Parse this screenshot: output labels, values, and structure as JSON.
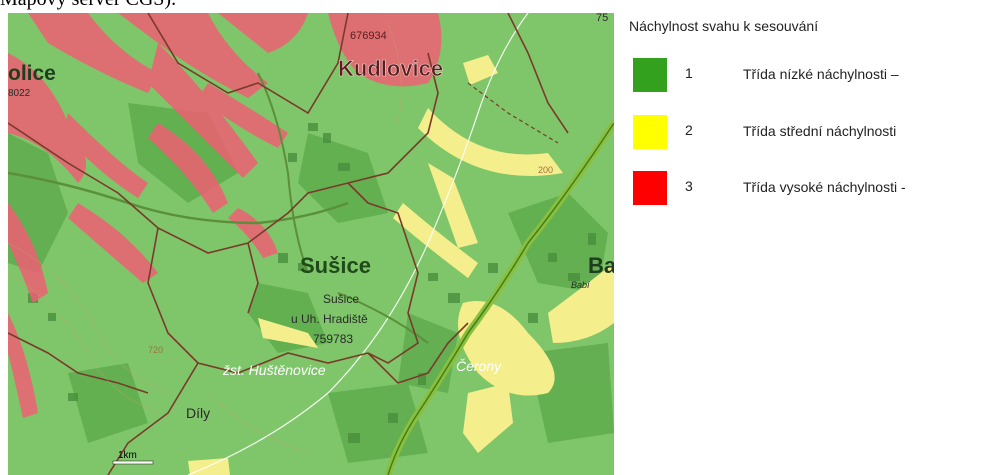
{
  "caption": "Mapový server ČGS).",
  "legend": {
    "title": "Náchylnost svahu k sesouvání",
    "items": [
      {
        "number": "1",
        "label": "Třída nízké náchylnosti – ",
        "color": "#33a11d"
      },
      {
        "number": "2",
        "label": "Třída střední náchylnosti",
        "color": "#ffff00"
      },
      {
        "number": "3",
        "label": "Třída vysoké náchylnosti -",
        "color": "#ff0000"
      }
    ]
  },
  "map": {
    "colors": {
      "base": "#7fc66a",
      "high": "#ee5f73",
      "medium": "#f5ee8c",
      "forest": "#5aa84a",
      "boundary": "#7a3a2a",
      "road": "#8bbf3c"
    },
    "labels": {
      "kudlovice": "Kudlovice",
      "olice": "olice",
      "susice_big": "Sušice",
      "susice_small": "Sušice",
      "u_uh_hradiste": "u Uh. Hradiště",
      "code_susice": "759783",
      "code_kudlovice": "676934",
      "code_left": "8022",
      "code_top_right": "75",
      "zst": "žst. Huštěnovice",
      "cerony": "Čerony",
      "dily": "Díly",
      "ba": "Ba",
      "babi": "Babí",
      "scale": "1km",
      "elev_1": "720",
      "elev_2": "200"
    }
  }
}
